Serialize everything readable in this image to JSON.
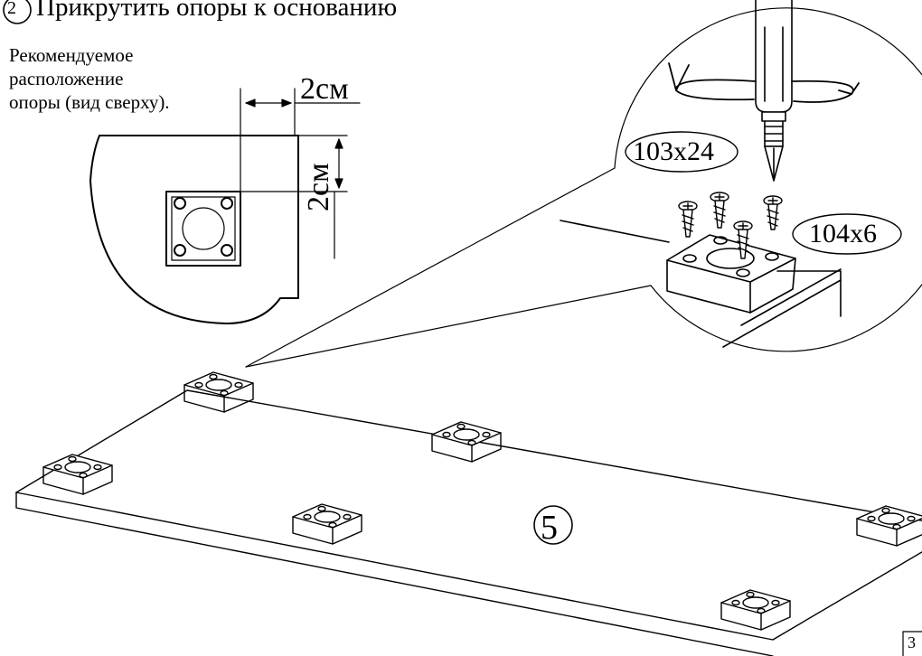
{
  "step": {
    "number": "2",
    "title": "Прикрутить опоры к основанию"
  },
  "detail": {
    "note": "Рекомендуемое\nрасположение\nопоры (вид сверху).",
    "dim_horizontal": "2см",
    "dim_vertical": "2см"
  },
  "parts": {
    "screw_long": "103x24",
    "screw_short": "104x6"
  },
  "panel_label": "5",
  "page_number": "3"
}
